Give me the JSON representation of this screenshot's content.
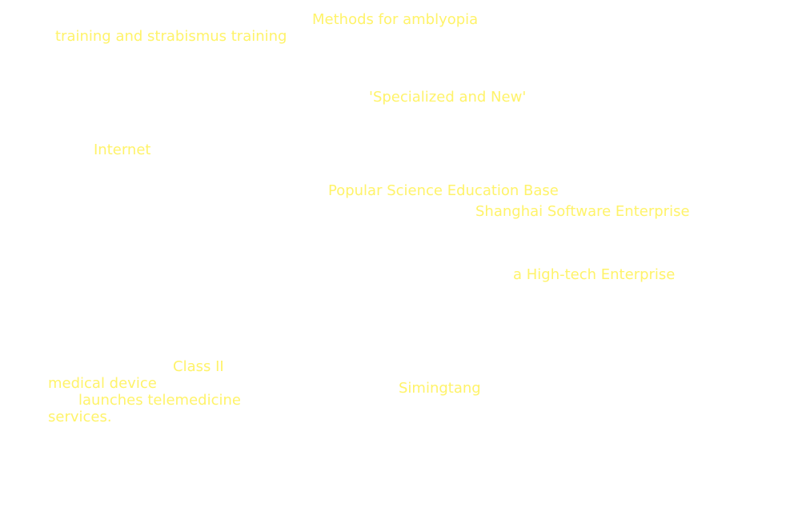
{
  "colors": {
    "background": "#ffffff",
    "text": "#fff36a"
  },
  "labels": [
    "Methods for amblyopia",
    "training and strabismus training",
    "'Specialized and New'",
    "Internet",
    "Popular Science Education Base",
    "Shanghai Software Enterprise",
    "a High-tech Enterprise",
    "Class II",
    "medical device",
    "launches telemedicine",
    "services.",
    "Simingtang"
  ]
}
